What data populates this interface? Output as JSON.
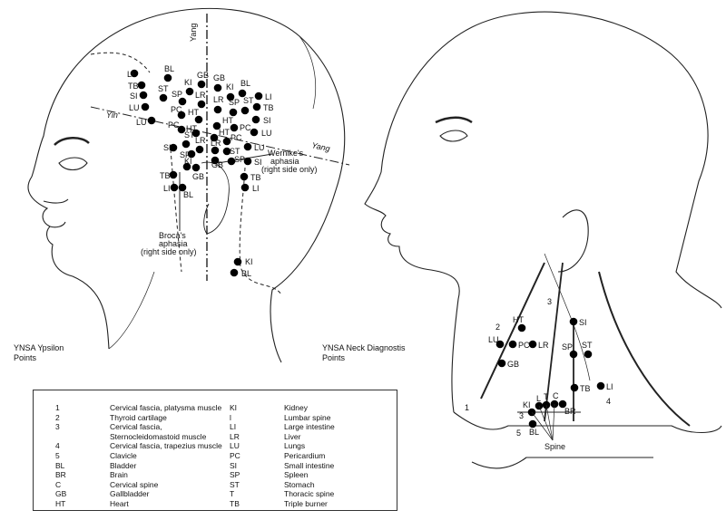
{
  "captions": {
    "left": [
      "YNSA Ypsilon",
      "Points"
    ],
    "right": [
      "YNSA Neck Diagnostis",
      "Points"
    ]
  },
  "annotations": {
    "yang_vertical": "Yang",
    "yin": "Yin",
    "yang_diagonal": "Yang",
    "wernike": [
      "Wernike's",
      "aphasia",
      "(right side only)"
    ],
    "broca": [
      "Broca's",
      "aphasia",
      "(right side only)"
    ]
  },
  "head_points": [
    "LI",
    "BL",
    "TB",
    "SI",
    "LU",
    "LU",
    "ST",
    "GB",
    "KI",
    "SP",
    "LR",
    "PC",
    "HT",
    "PC",
    "HT",
    "ST",
    "LR",
    "SI",
    "SP",
    "KI",
    "GB",
    "TB",
    "LI",
    "BL",
    "GB",
    "KI",
    "BL",
    "LI",
    "LR",
    "SP",
    "ST",
    "TB",
    "SI",
    "HT",
    "PC",
    "LU",
    "HT",
    "PC",
    "LR",
    "ST",
    "LU",
    "SP",
    "SI",
    "GB",
    "TB",
    "LI",
    "KI",
    "BL"
  ],
  "neck_points": [
    "HT",
    "LU",
    "PC",
    "LR",
    "GB",
    "SI",
    "SP",
    "ST",
    "TB",
    "LI",
    "KI",
    "L",
    "T",
    "C",
    "BR",
    "BL"
  ],
  "neck_regions": [
    "2",
    "3",
    "1",
    "3",
    "4",
    "5"
  ],
  "spine_label": "Spine",
  "legend": {
    "left": [
      {
        "k": "1",
        "v": "Cervical fascia, platysma muscle"
      },
      {
        "k": "2",
        "v": "Thyroid cartilage"
      },
      {
        "k": "3",
        "v": "Cervical fascia,"
      },
      {
        "k": "",
        "v": "Sternocleidomastoid muscle"
      },
      {
        "k": "4",
        "v": "Cervical fascia, trapezius muscle"
      },
      {
        "k": "5",
        "v": "Clavicle"
      },
      {
        "k": "BL",
        "v": "Bladder"
      },
      {
        "k": "BR",
        "v": "Brain"
      },
      {
        "k": "C",
        "v": "Cervical spine"
      },
      {
        "k": "GB",
        "v": "Gallbladder"
      },
      {
        "k": "HT",
        "v": "Heart"
      }
    ],
    "right": [
      {
        "k": "KI",
        "v": "Kidney"
      },
      {
        "k": "l",
        "v": "Lumbar spine"
      },
      {
        "k": "LI",
        "v": "Large intestine"
      },
      {
        "k": "LR",
        "v": "Liver"
      },
      {
        "k": "LU",
        "v": "Lungs"
      },
      {
        "k": "PC",
        "v": "Pericardium"
      },
      {
        "k": "SI",
        "v": "Small intestine"
      },
      {
        "k": "SP",
        "v": "Spleen"
      },
      {
        "k": "ST",
        "v": "Stomach"
      },
      {
        "k": "T",
        "v": "Thoracic spine"
      },
      {
        "k": "TB",
        "v": "Triple burner"
      }
    ]
  }
}
